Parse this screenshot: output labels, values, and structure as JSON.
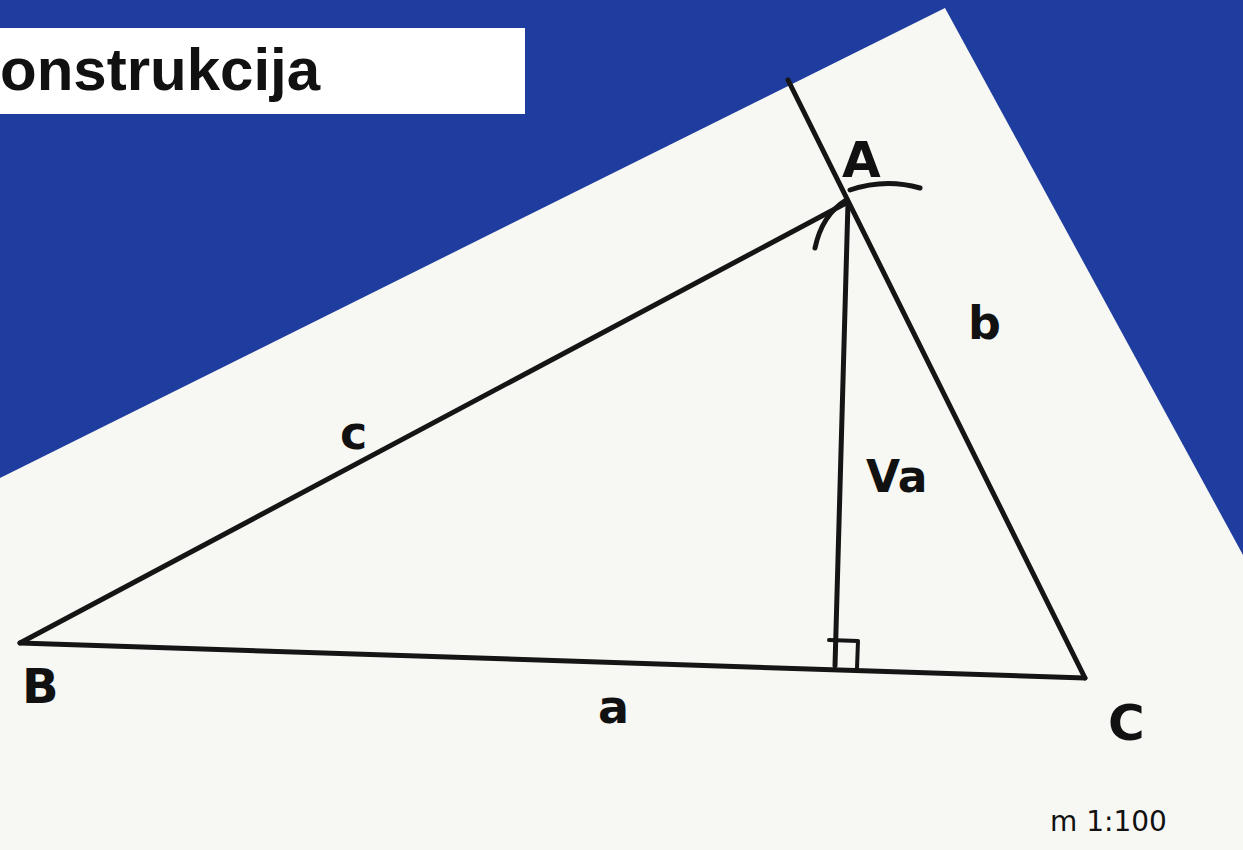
{
  "diagram": {
    "title": "onstrukcija",
    "labels": [
      "A",
      "B",
      "C",
      "a",
      "b",
      "c",
      "Va",
      "m 1:100"
    ]
  }
}
